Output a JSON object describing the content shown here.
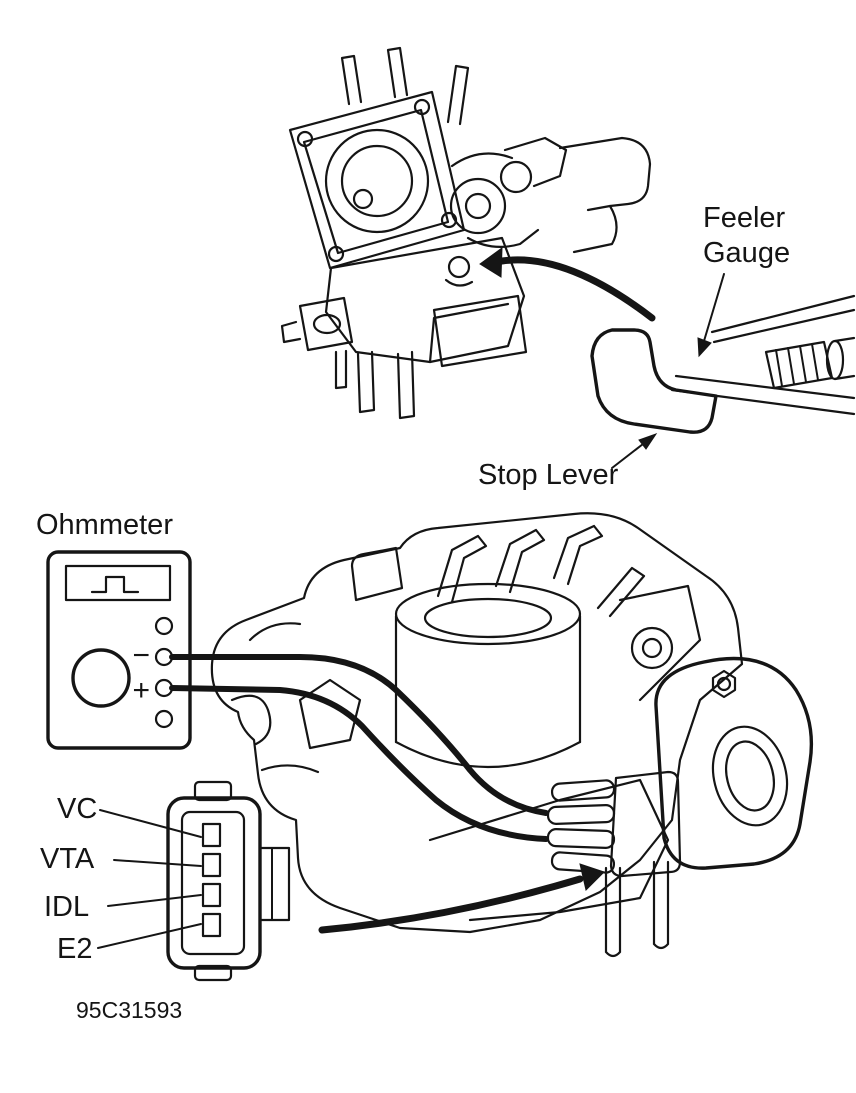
{
  "figure": {
    "code": "95C31593",
    "background_color": "#ffffff",
    "ink_color": "#151515"
  },
  "annotations": {
    "feeler_gauge": {
      "line1": "Feeler",
      "line2": "Gauge"
    },
    "stop_lever": "Stop Lever",
    "ohmmeter": "Ohmmeter"
  },
  "ohmmeter": {
    "negative_label": "−",
    "positive_label": "+"
  },
  "connector_pinout": {
    "pins": [
      {
        "label": "VC"
      },
      {
        "label": "VTA"
      },
      {
        "label": "IDL"
      },
      {
        "label": "E2"
      }
    ]
  }
}
